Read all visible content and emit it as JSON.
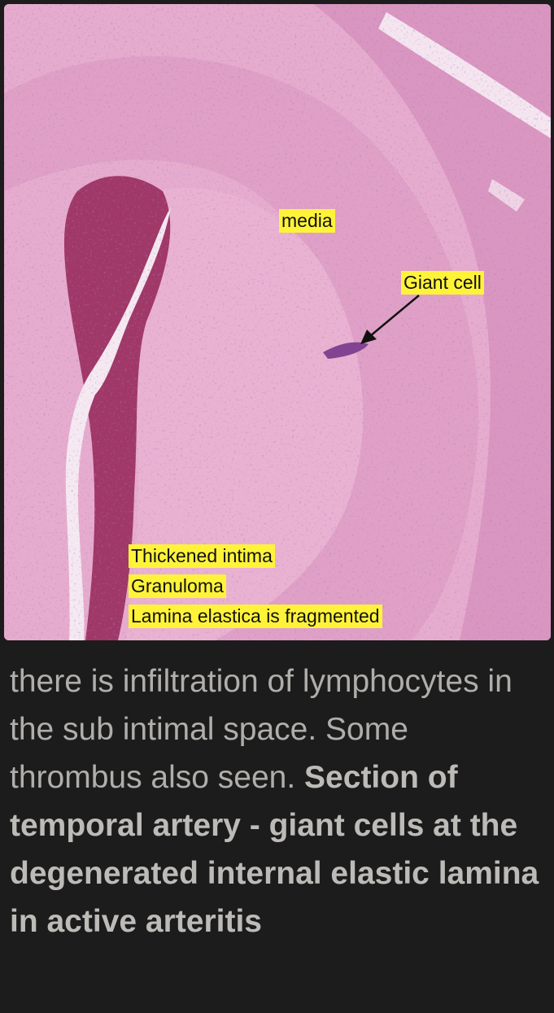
{
  "figure": {
    "labels": {
      "media": "media",
      "giant_cell": "Giant cell",
      "thickened_intima": "Thickened intima",
      "granuloma": "Granuloma",
      "lamina_elastica": "Lamina elastica is fragmented"
    },
    "colors": {
      "tissue_pink": "#e8a6c8",
      "nuclei_purple": "#5a3f8f",
      "thrombus_red": "#9c2f5d",
      "label_yellow": "#fff33a"
    }
  },
  "caption": {
    "text": "there is infiltration of lymphocytes in the sub intimal space. Some thrombus also seen.",
    "bold_text": "Section of temporal artery - giant cells at the degenerated internal elastic lamina in active arteritis"
  }
}
